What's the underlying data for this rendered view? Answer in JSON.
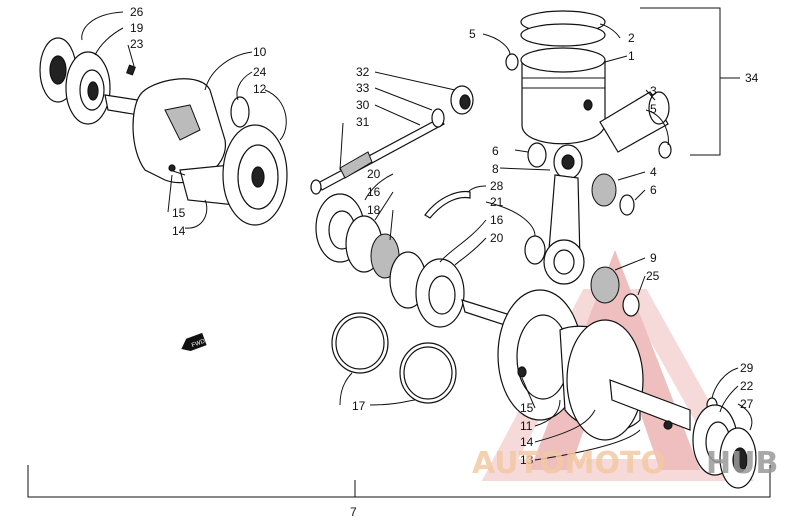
{
  "callouts": [
    {
      "id": "c26",
      "text": "26"
    },
    {
      "id": "c19",
      "text": "19"
    },
    {
      "id": "c23",
      "text": "23"
    },
    {
      "id": "c10",
      "text": "10"
    },
    {
      "id": "c24",
      "text": "24"
    },
    {
      "id": "c12",
      "text": "12"
    },
    {
      "id": "c15a",
      "text": "15"
    },
    {
      "id": "c14a",
      "text": "14"
    },
    {
      "id": "c32",
      "text": "32"
    },
    {
      "id": "c33",
      "text": "33"
    },
    {
      "id": "c30",
      "text": "30"
    },
    {
      "id": "c31",
      "text": "31"
    },
    {
      "id": "c5a",
      "text": "5"
    },
    {
      "id": "c2",
      "text": "2"
    },
    {
      "id": "c1",
      "text": "1"
    },
    {
      "id": "c34",
      "text": "34"
    },
    {
      "id": "c3",
      "text": "3"
    },
    {
      "id": "c5b",
      "text": "5"
    },
    {
      "id": "c6a",
      "text": "6"
    },
    {
      "id": "c8",
      "text": "8"
    },
    {
      "id": "c4",
      "text": "4"
    },
    {
      "id": "c6b",
      "text": "6"
    },
    {
      "id": "c20a",
      "text": "20"
    },
    {
      "id": "c16a",
      "text": "16"
    },
    {
      "id": "c18",
      "text": "18"
    },
    {
      "id": "c28",
      "text": "28"
    },
    {
      "id": "c21",
      "text": "21"
    },
    {
      "id": "c16b",
      "text": "16"
    },
    {
      "id": "c20b",
      "text": "20"
    },
    {
      "id": "c9",
      "text": "9"
    },
    {
      "id": "c25",
      "text": "25"
    },
    {
      "id": "c17",
      "text": "17"
    },
    {
      "id": "c15b",
      "text": "15"
    },
    {
      "id": "c11",
      "text": "11"
    },
    {
      "id": "c14b",
      "text": "14"
    },
    {
      "id": "c13",
      "text": "13"
    },
    {
      "id": "c29",
      "text": "29"
    },
    {
      "id": "c22",
      "text": "22"
    },
    {
      "id": "c27",
      "text": "27"
    },
    {
      "id": "c7",
      "text": "7"
    }
  ],
  "fwd_marker": "FWD",
  "watermark": {
    "text_left": "AUTOMOTO",
    "text_right": "HUB",
    "color_left": "#f3c9a3",
    "color_right": "#9a9a9a",
    "logo_color": "#e8a0a0"
  }
}
